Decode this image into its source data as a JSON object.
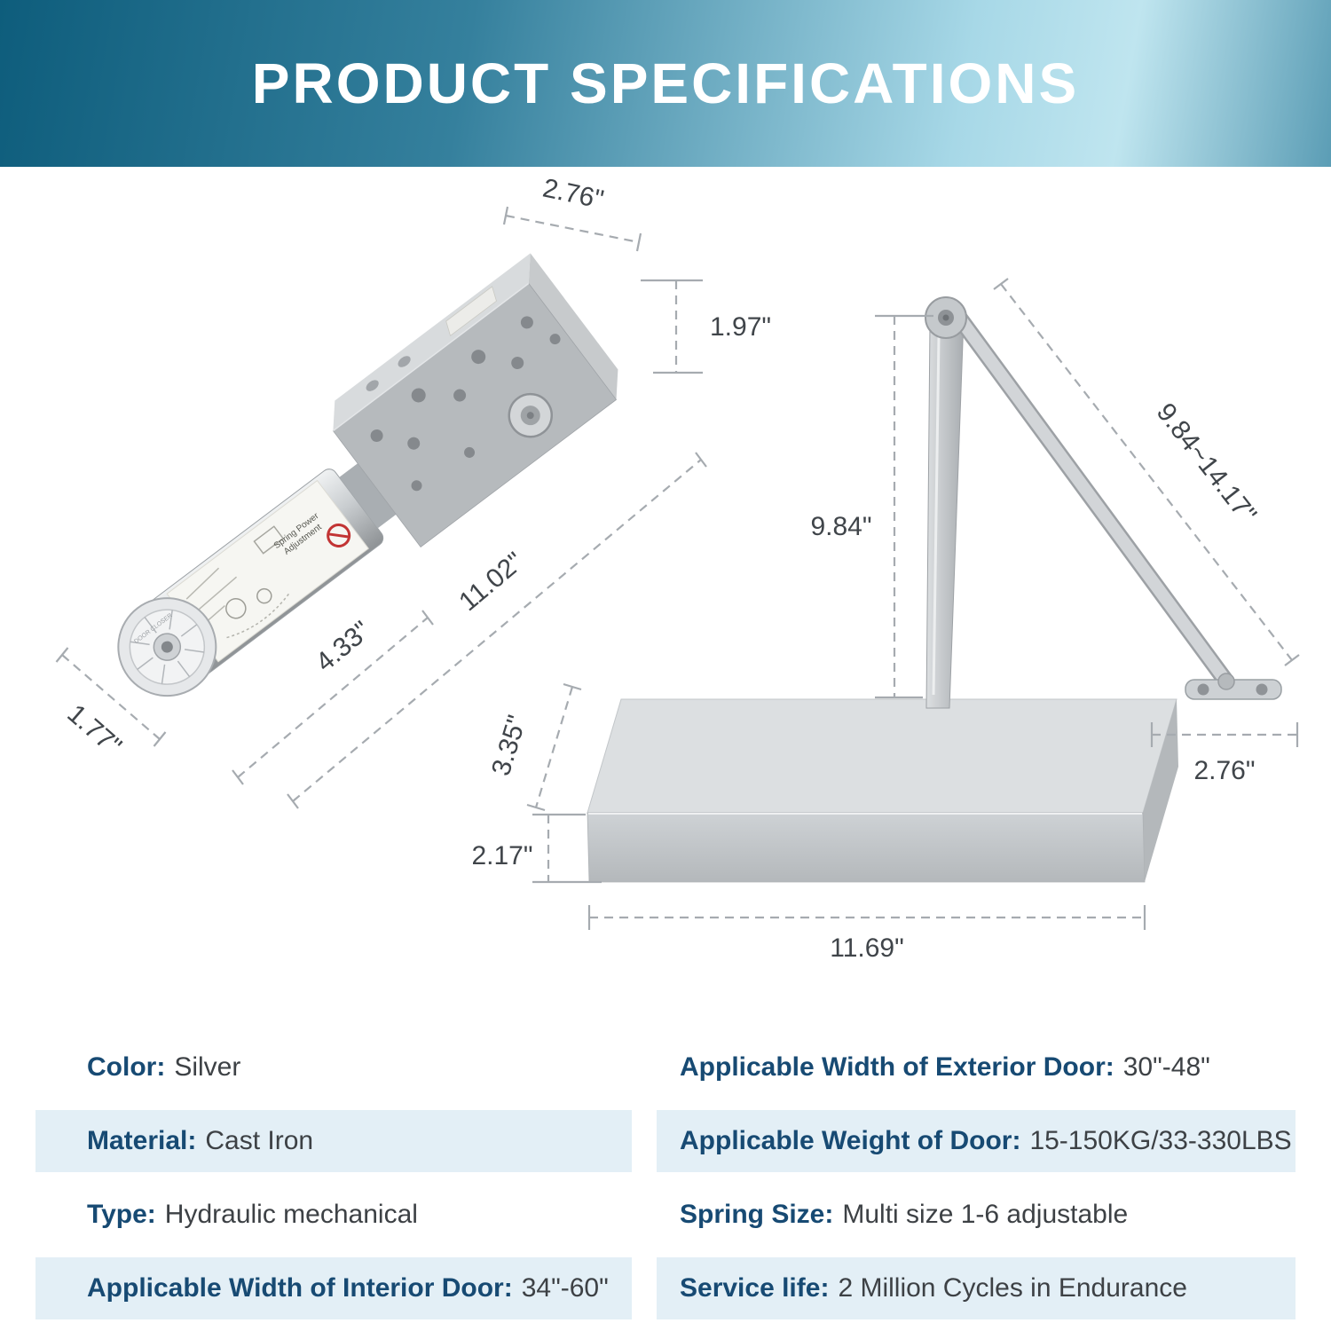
{
  "header": {
    "title": "PRODUCT SPECIFICATIONS"
  },
  "figure": {
    "body_unit": {
      "dial_text": "DOOR CLOSER",
      "label_line1": "Spring Power",
      "label_line2": "Adjustment",
      "dims": {
        "depth": "2.76\"",
        "height": "1.97\"",
        "total_length": "11.02\"",
        "cylinder_length": "4.33\"",
        "diameter": "1.77\""
      }
    },
    "assembly_unit": {
      "dims": {
        "arm_height": "9.84\"",
        "arm_reach": "9.84~14.17\"",
        "shoe_width": "2.76\"",
        "cover_height": "3.35\"",
        "cover_depth": "2.17\"",
        "cover_length": "11.69\""
      }
    }
  },
  "specs": {
    "left": [
      {
        "label": "Color:",
        "value": "Silver",
        "highlight": false
      },
      {
        "label": "Material:",
        "value": "Cast Iron",
        "highlight": true
      },
      {
        "label": "Type:",
        "value": "Hydraulic mechanical",
        "highlight": false
      },
      {
        "label": "Applicable Width of Interior Door:",
        "value": "34\"-60\"",
        "highlight": true
      }
    ],
    "right": [
      {
        "label": "Applicable Width of Exterior Door:",
        "value": "30\"-48\"",
        "highlight": false
      },
      {
        "label": "Applicable Weight of Door:",
        "value": "15-150KG/33-330LBS",
        "highlight": true
      },
      {
        "label": "Spring Size:",
        "value": "Multi size 1-6 adjustable",
        "highlight": false
      },
      {
        "label": "Service life:",
        "value": "2 Million Cycles in Endurance",
        "highlight": true
      }
    ]
  }
}
